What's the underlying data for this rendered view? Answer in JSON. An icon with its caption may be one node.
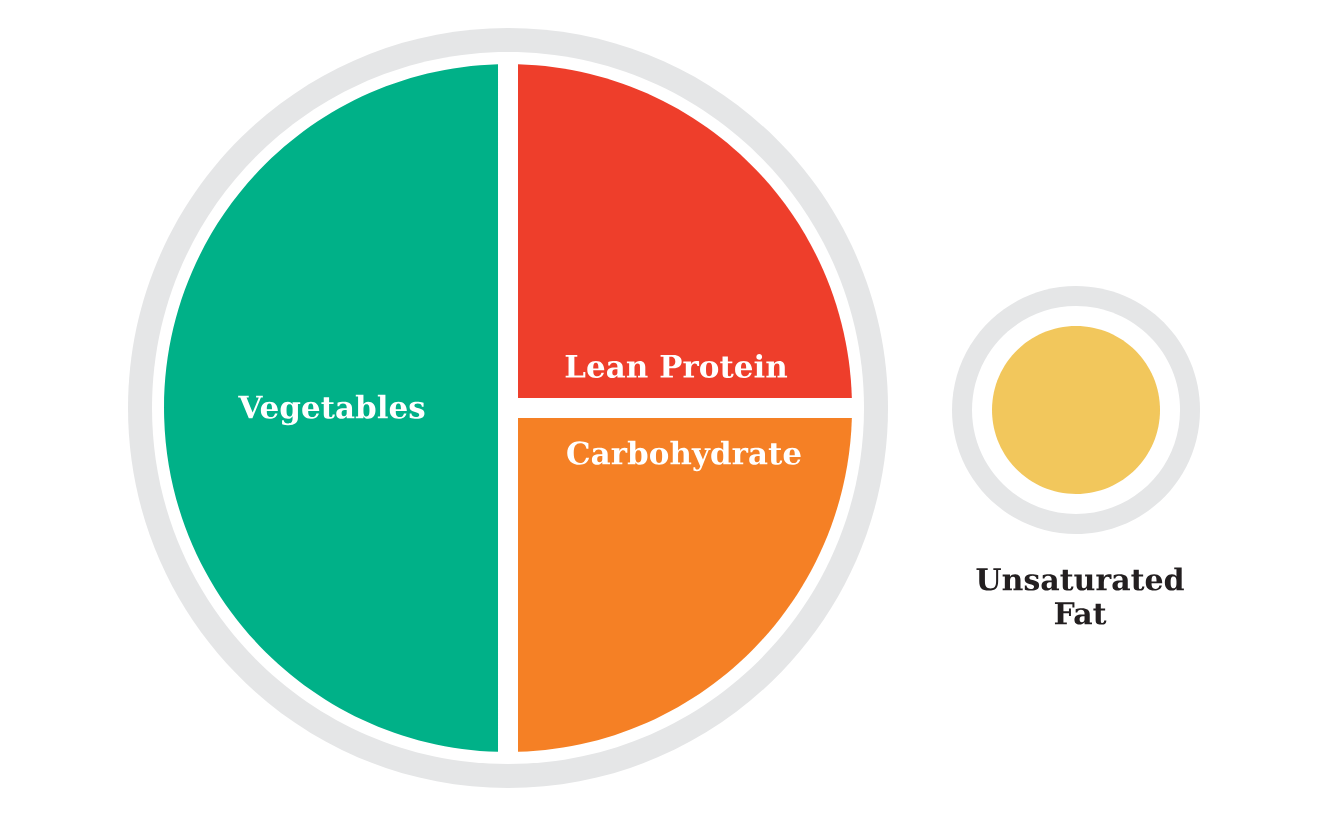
{
  "diagram": {
    "nodes": [
      {
        "text": [],
        "shape": "circle"
      },
      {
        "text": [
          "Vegetables"
        ],
        "in": 0
      },
      {
        "text": [
          "Lean Protein"
        ],
        "in": 0
      },
      {
        "text": [
          "Carbohydrate"
        ],
        "in": 0
      },
      {
        "text": [],
        "shape": "circle",
        "beside": [
          "Unsaturated Fat"
        ]
      }
    ]
  }
}
